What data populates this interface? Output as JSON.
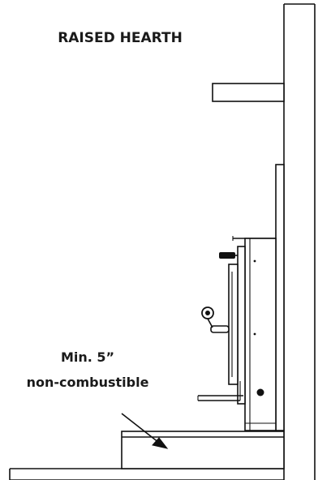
{
  "diagram": {
    "title": "RAISED HEARTH",
    "callout_line1": "Min. 5”",
    "callout_line2": "non-combustible"
  }
}
